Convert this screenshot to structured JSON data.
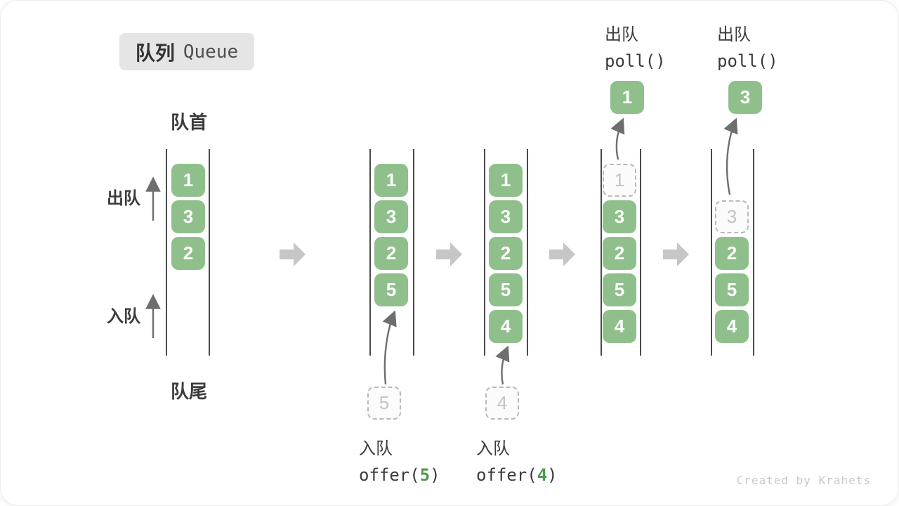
{
  "title": {
    "zh": "队列",
    "en": "Queue"
  },
  "side_labels": {
    "front": "队首",
    "rear": "队尾",
    "dequeue": "出队",
    "enqueue": "入队"
  },
  "states": [
    {
      "cells": [
        "1",
        "3",
        "2"
      ]
    },
    {
      "cells": [
        "1",
        "3",
        "2",
        "5"
      ]
    },
    {
      "cells": [
        "1",
        "3",
        "2",
        "5",
        "4"
      ]
    },
    {
      "cells": [
        "1",
        "3",
        "2",
        "5",
        "4"
      ]
    },
    {
      "cells": [
        "3",
        "2",
        "5",
        "4"
      ]
    }
  ],
  "operations": {
    "enqueue5": {
      "label": "入队",
      "fn": "offer(",
      "arg": "5",
      "close": ")",
      "incoming": "5"
    },
    "enqueue4": {
      "label": "入队",
      "fn": "offer(",
      "arg": "4",
      "close": ")",
      "incoming": "4"
    },
    "poll1": {
      "label": "出队",
      "code": "poll()",
      "value": "1"
    },
    "poll2": {
      "label": "出队",
      "code": "poll()",
      "value": "3"
    }
  },
  "watermark": "Created by Krahets",
  "colors": {
    "cell_green": "#8FC08B",
    "code_green": "#4C9B4C",
    "arrow_gray": "#C6C6C6",
    "line_dark": "#4A4A4A",
    "curve_gray": "#6E6E6E"
  }
}
